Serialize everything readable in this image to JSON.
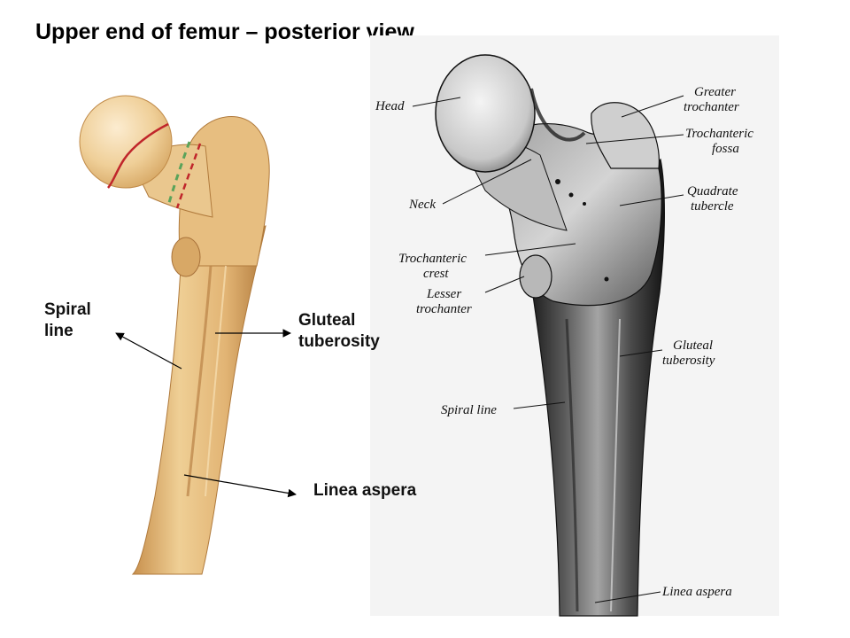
{
  "title": "Upper end of femur – posterior view",
  "left_figure": {
    "labels": {
      "spiral_line": [
        "Spiral",
        "line"
      ],
      "gluteal_tuberosity": [
        "Gluteal",
        "tuberosity"
      ],
      "linea_aspera": "Linea aspera"
    }
  },
  "right_figure": {
    "labels": {
      "head": "Head",
      "greater_trochanter": [
        "Greater",
        "trochanter"
      ],
      "trochanteric_fossa": [
        "Trochanteric",
        "fossa"
      ],
      "neck": "Neck",
      "quadrate_tubercle": [
        "Quadrate",
        "tubercle"
      ],
      "trochanteric_crest": [
        "Trochanteric",
        "crest"
      ],
      "lesser_trochanter": [
        "Lesser",
        "trochanter"
      ],
      "gluteal_tuberosity": [
        "Gluteal",
        "tuberosity"
      ],
      "spiral_line": "Spiral line",
      "linea_aspera": "Linea aspera"
    }
  },
  "colors": {
    "bone_left": "#e9c184",
    "bone_left_shade": "#c99655",
    "head_left": "#f3d9a8",
    "capsule_line": "#c0262b",
    "capsule_green": "#5aa35a",
    "bone_right": "#d9d9d9",
    "bone_right_dark": "#3a3a3a"
  }
}
